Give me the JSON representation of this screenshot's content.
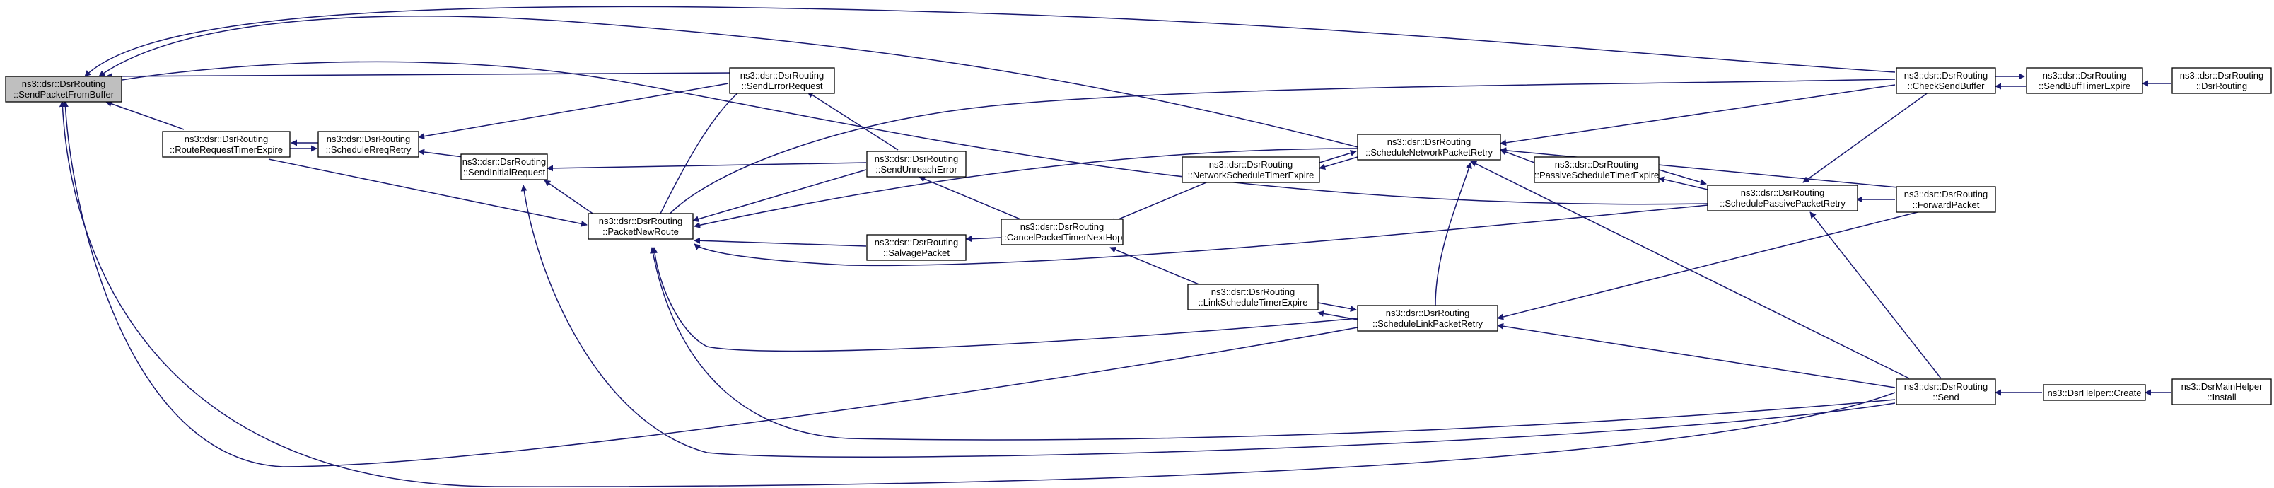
{
  "colors": {
    "edge": "#191970",
    "node_border": "#000000",
    "root_fill": "#bfbfbf",
    "node_fill": "#ffffff"
  },
  "nodes": [
    {
      "id": "send_packet_from_buffer",
      "line1": "ns3::dsr::DsrRouting",
      "line2": "::SendPacketFromBuffer",
      "root": true
    },
    {
      "id": "route_request_timer_expire",
      "line1": "ns3::dsr::DsrRouting",
      "line2": "::RouteRequestTimerExpire"
    },
    {
      "id": "schedule_rreq_retry",
      "line1": "ns3::dsr::DsrRouting",
      "line2": "::ScheduleRreqRetry"
    },
    {
      "id": "send_initial_request",
      "line1": "ns3::dsr::DsrRouting",
      "line2": "::SendInitialRequest"
    },
    {
      "id": "packet_new_route",
      "line1": "ns3::dsr::DsrRouting",
      "line2": "::PacketNewRoute"
    },
    {
      "id": "send_error_request",
      "line1": "ns3::dsr::DsrRouting",
      "line2": "::SendErrorRequest"
    },
    {
      "id": "send_unreach_error",
      "line1": "ns3::dsr::DsrRouting",
      "line2": "::SendUnreachError"
    },
    {
      "id": "salvage_packet",
      "line1": "ns3::dsr::DsrRouting",
      "line2": "::SalvagePacket"
    },
    {
      "id": "cancel_packet_timer_next_hop",
      "line1": "ns3::dsr::DsrRouting",
      "line2": "::CancelPacketTimerNextHop"
    },
    {
      "id": "network_schedule_timer_expire",
      "line1": "ns3::dsr::DsrRouting",
      "line2": "::NetworkScheduleTimerExpire"
    },
    {
      "id": "link_schedule_timer_expire",
      "line1": "ns3::dsr::DsrRouting",
      "line2": "::LinkScheduleTimerExpire"
    },
    {
      "id": "schedule_network_packet_retry",
      "line1": "ns3::dsr::DsrRouting",
      "line2": "::ScheduleNetworkPacketRetry"
    },
    {
      "id": "schedule_link_packet_retry",
      "line1": "ns3::dsr::DsrRouting",
      "line2": "::ScheduleLinkPacketRetry"
    },
    {
      "id": "passive_schedule_timer_expire",
      "line1": "ns3::dsr::DsrRouting",
      "line2": "::PassiveScheduleTimerExpire"
    },
    {
      "id": "schedule_passive_packet_retry",
      "line1": "ns3::dsr::DsrRouting",
      "line2": "::SchedulePassivePacketRetry"
    },
    {
      "id": "check_send_buffer",
      "line1": "ns3::dsr::DsrRouting",
      "line2": "::CheckSendBuffer"
    },
    {
      "id": "forward_packet",
      "line1": "ns3::dsr::DsrRouting",
      "line2": "::ForwardPacket"
    },
    {
      "id": "send",
      "line1": "ns3::dsr::DsrRouting",
      "line2": "::Send"
    },
    {
      "id": "send_buff_timer_expire",
      "line1": "ns3::dsr::DsrRouting",
      "line2": "::SendBuffTimerExpire"
    },
    {
      "id": "dsr_routing_ctor",
      "line1": "ns3::dsr::DsrRouting",
      "line2": "::DsrRouting"
    },
    {
      "id": "dsr_helper_create",
      "line1": "ns3::DsrHelper::Create",
      "line2": ""
    },
    {
      "id": "dsr_main_helper_install",
      "line1": "ns3::DsrMainHelper",
      "line2": "::Install"
    }
  ]
}
